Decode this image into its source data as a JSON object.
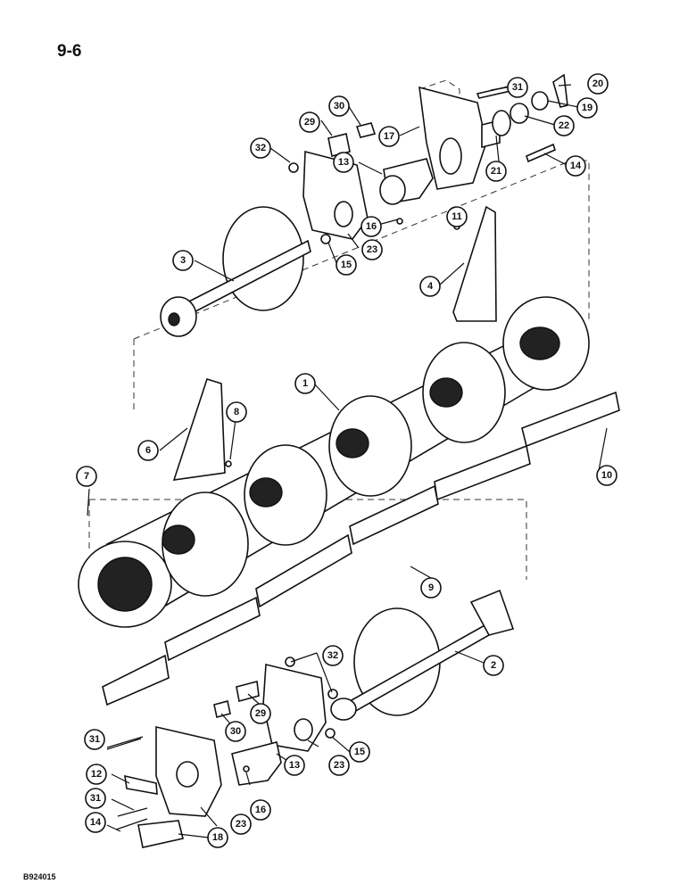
{
  "page": {
    "number": "9-6",
    "figure_code": "B924015"
  },
  "callouts": [
    "1",
    "2",
    "3",
    "4",
    "6",
    "7",
    "8",
    "9",
    "10",
    "11",
    "12",
    "13",
    "14",
    "15",
    "16",
    "17",
    "18",
    "19",
    "20",
    "21",
    "22",
    "23",
    "29",
    "30",
    "31",
    "32"
  ]
}
